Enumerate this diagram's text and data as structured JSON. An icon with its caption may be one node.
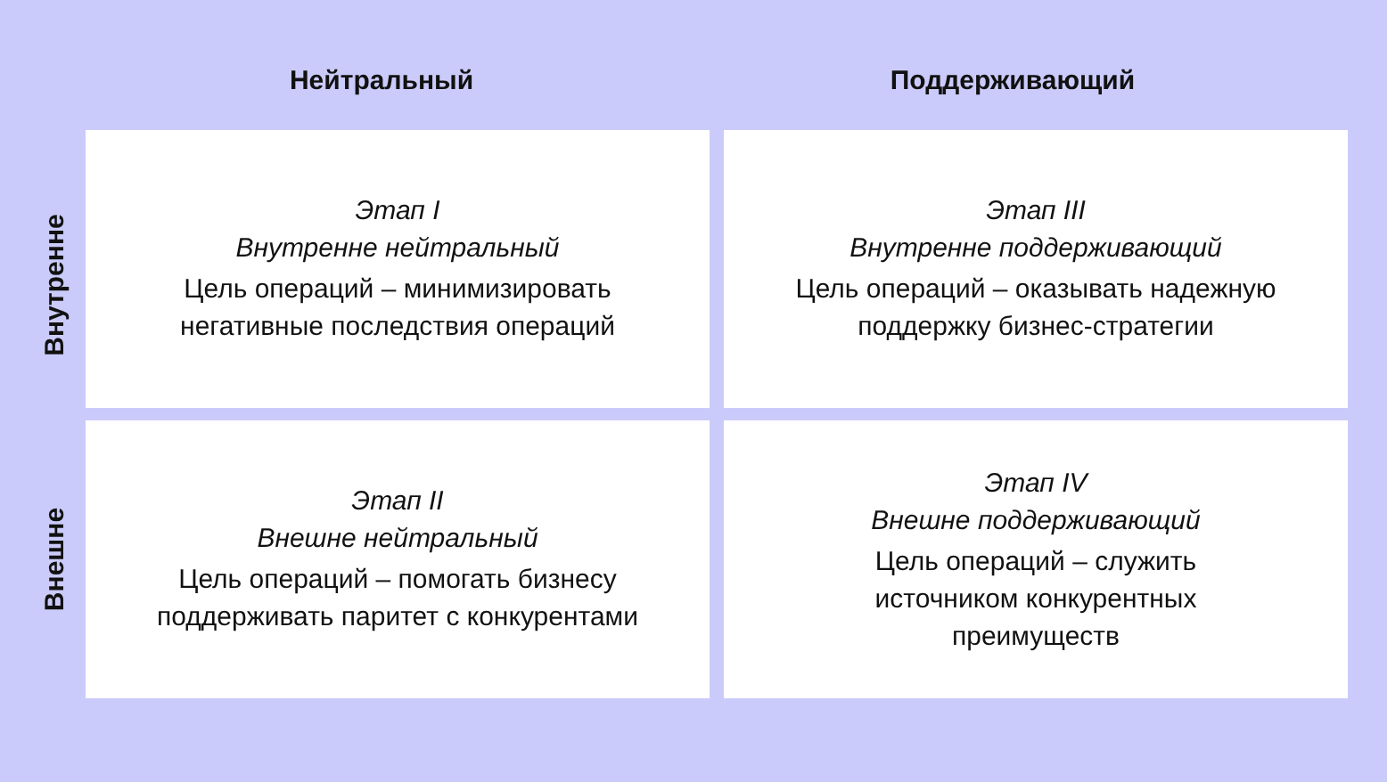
{
  "diagram": {
    "nodes": [
      {
        "text": [
          "Этап I",
          "Внутренне нейтральный",
          "Цель операций – минимизировать негативные последствия операций"
        ]
      },
      {
        "text": [
          "Этап III",
          "Внутренне поддерживающий",
          "Цель операций – оказывать надежную поддержку бизнес-стратегии"
        ]
      },
      {
        "text": [
          "Этап II",
          "Внешне нейтральный",
          "Цель операций – помогать бизнесу поддерживать паритет с конкурентами"
        ]
      },
      {
        "text": [
          "Этап IV",
          "Внешне поддерживающий",
          "Цель операций – служить источником конкурентных преимуществ"
        ]
      }
    ],
    "labels": [
      "Нейтральный",
      "Поддерживающий",
      "Внутренне",
      "Внешне"
    ]
  }
}
